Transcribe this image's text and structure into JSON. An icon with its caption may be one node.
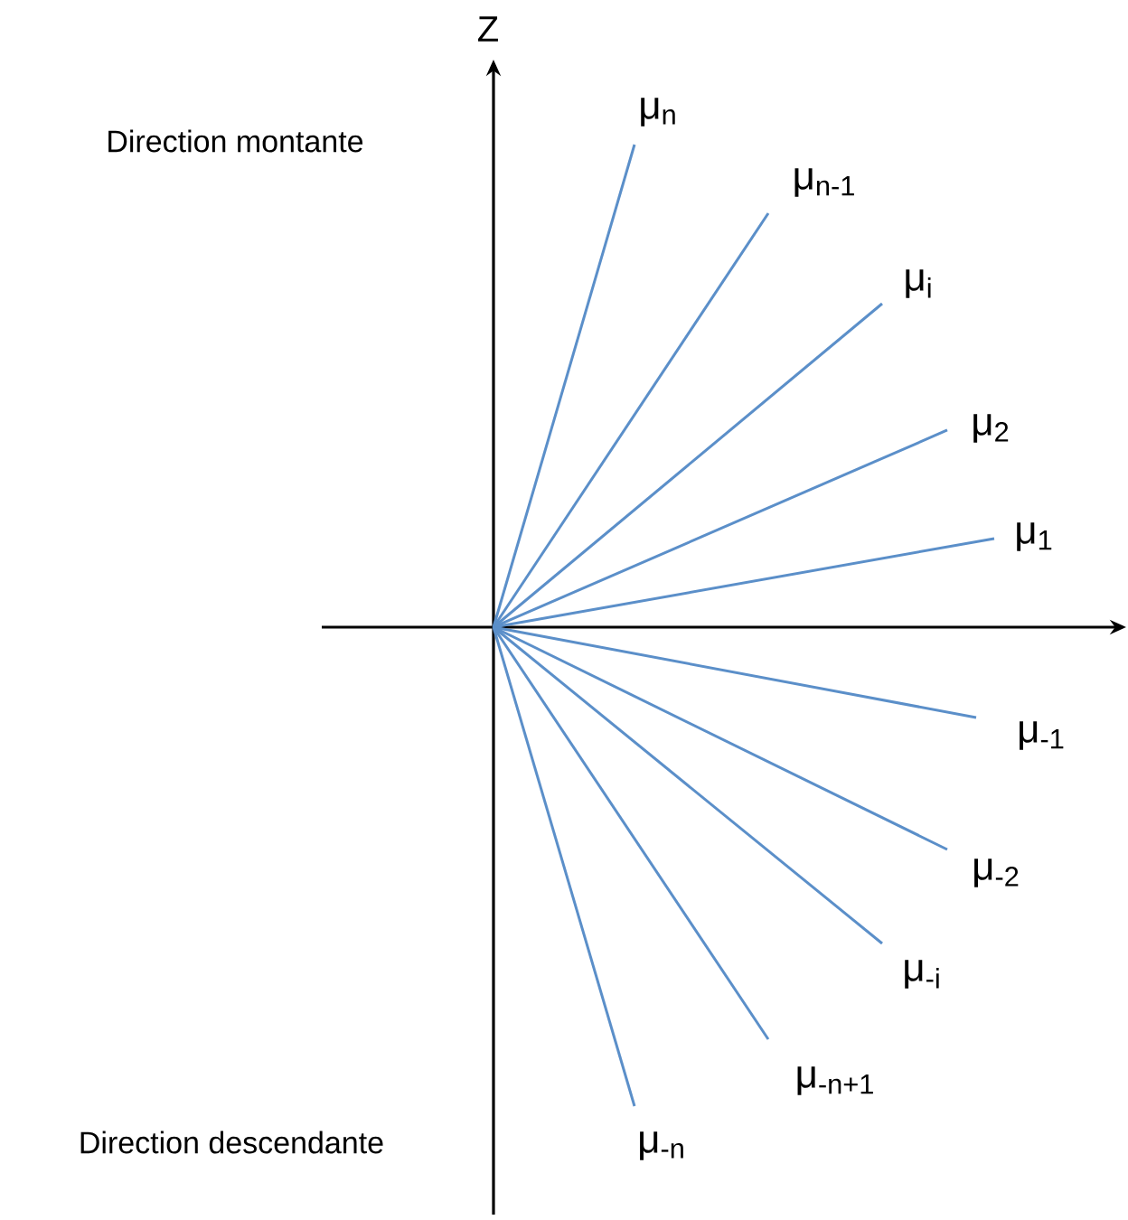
{
  "diagram": {
    "labels": [
      "Z",
      "Direction montante",
      "μ$_{n}$",
      "μ$_{n-1}$",
      "μ$_{i}$",
      "μ$_{2}$",
      "μ$_{1}$",
      "μ$_{-1}$",
      "μ$_{-2}$",
      "μ$_{-i}$",
      "μ$_{-n+1}$",
      "Direction descendante",
      "μ$_{-n}$"
    ]
  }
}
